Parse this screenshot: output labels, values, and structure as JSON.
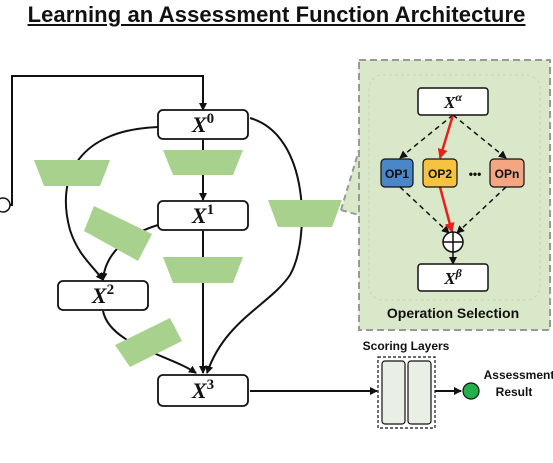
{
  "title": "Learning an Assessment Function Architecture",
  "nodes": {
    "x0": {
      "base": "X",
      "sup": "0"
    },
    "x1": {
      "base": "X",
      "sup": "1"
    },
    "x2": {
      "base": "X",
      "sup": "2"
    },
    "x3": {
      "base": "X",
      "sup": "3"
    }
  },
  "inset": {
    "caption": "Operation Selection",
    "x_alpha": {
      "base": "X",
      "sup": "α"
    },
    "x_beta": {
      "base": "X",
      "sup": "β"
    },
    "ops": [
      "OP1",
      "OP2",
      "OPn"
    ],
    "ellipsis": "•••",
    "plus": "⊕"
  },
  "scoring": {
    "label": "Scoring Layers"
  },
  "result": {
    "line1": "Assessment",
    "line2": "Result"
  },
  "colors": {
    "op_panel_bg": "#d9e8c9",
    "op_panel_border": "#999999",
    "trapezoid": "#a9d18e",
    "op1": "#4a86c8",
    "op2": "#f5c242",
    "opn": "#f4a582",
    "red_arrow": "#e8211c",
    "result_dot": "#22b04a",
    "scoring_bg": "#e9efe4"
  }
}
